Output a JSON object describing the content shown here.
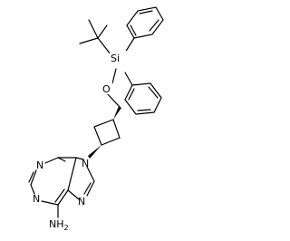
{
  "structure": {
    "atoms": {
      "si": "Si",
      "o": "O",
      "n9": "N",
      "n3": "N",
      "n1": "N",
      "n7": "N",
      "amine": "NH",
      "amine_sub": "2"
    }
  }
}
